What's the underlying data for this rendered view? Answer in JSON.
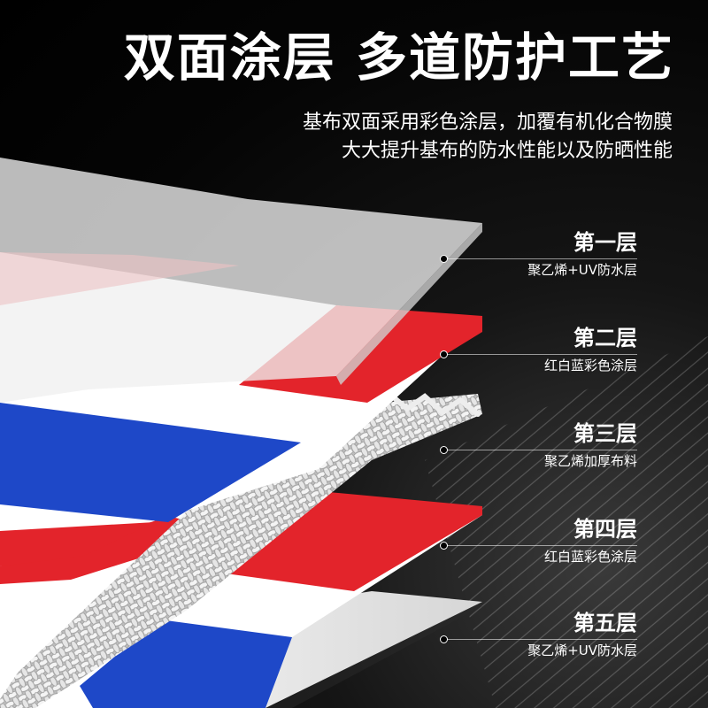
{
  "header": {
    "title": "双面涂层 多道防护工艺",
    "subtitle_line1": "基布双面采用彩色涂层，加覆有机化合物膜",
    "subtitle_line2": "大大提升基布的防水性能以及防晒性能"
  },
  "colors": {
    "red": "#e3242b",
    "blue": "#1e48c8",
    "white": "#ffffff",
    "grey_film": "#e2e2e2",
    "background": "#000000"
  },
  "layers": [
    {
      "name": "第一层",
      "desc": "聚乙烯+UV防水层"
    },
    {
      "name": "第二层",
      "desc": "红白蓝彩色涂层"
    },
    {
      "name": "第三层",
      "desc": "聚乙烯加厚布料"
    },
    {
      "name": "第四层",
      "desc": "红白蓝彩色涂层"
    },
    {
      "name": "第五层",
      "desc": "聚乙烯+UV防水层"
    }
  ]
}
